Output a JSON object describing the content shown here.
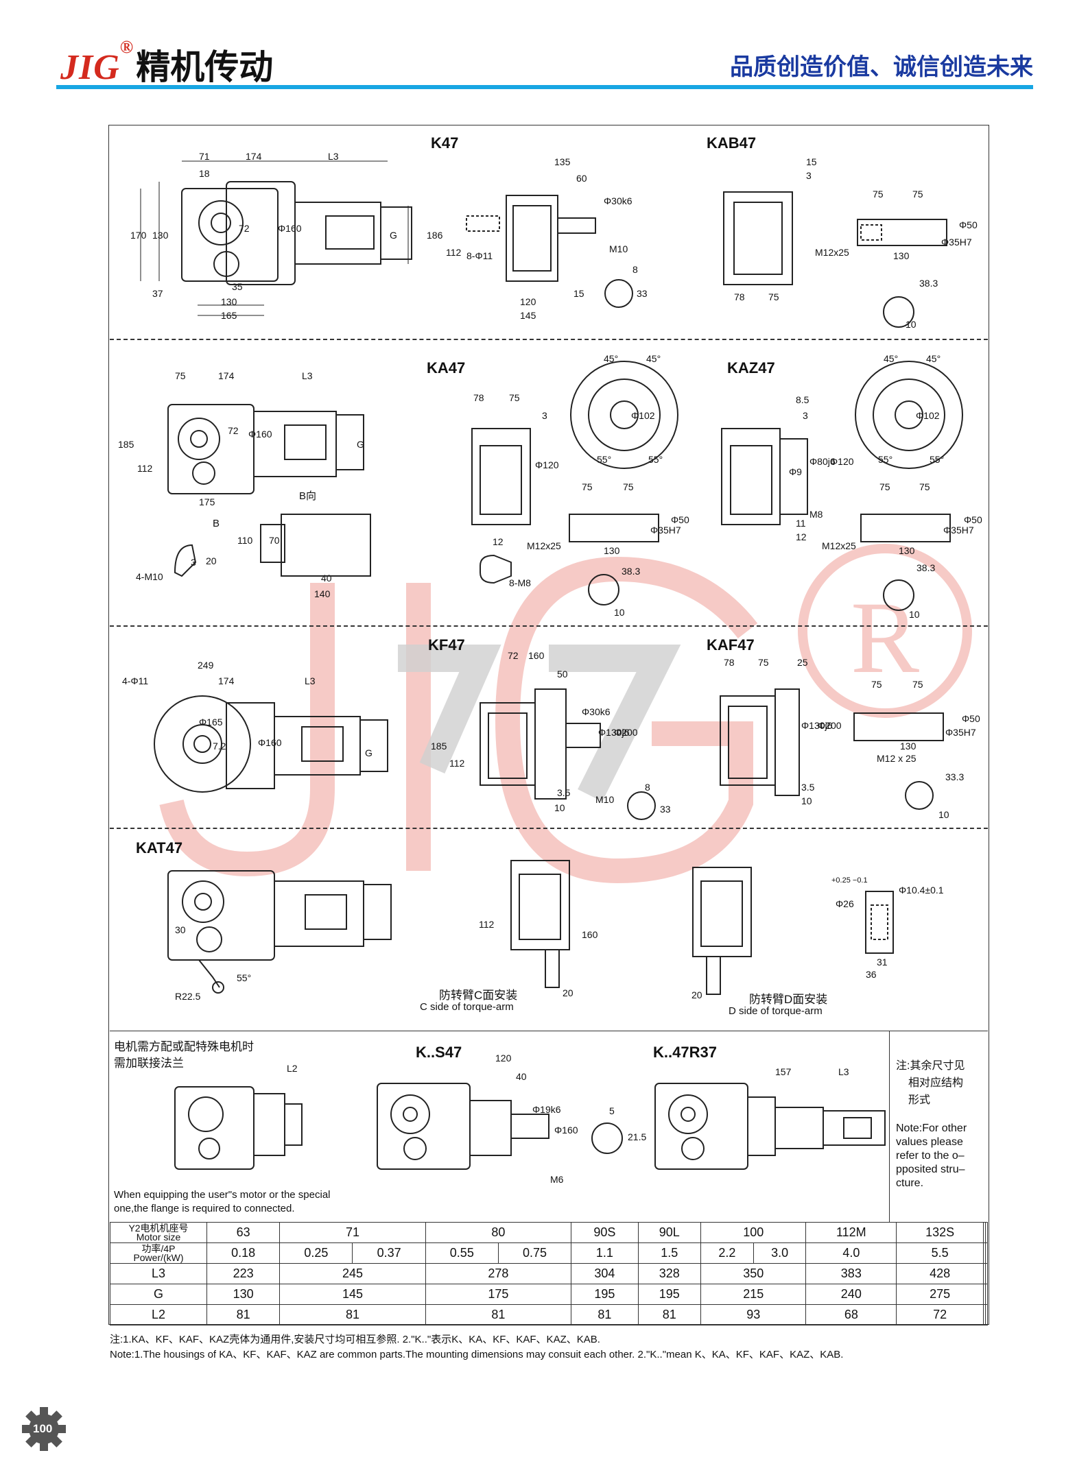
{
  "header": {
    "brand": "JIG",
    "reg": "®",
    "brand_cn": "精机传动",
    "slogan": "品质创造价值、诚信创造未来"
  },
  "section_labels": {
    "k47": "K47",
    "kab47": "KAB47",
    "ka47": "KA47",
    "kaz47": "KAZ47",
    "kf47": "KF47",
    "kaf47": "KAF47",
    "kat47": "KAT47",
    "ks47": "K..S47",
    "kr37": "K..47R37",
    "b_view": "B向",
    "b": "B"
  },
  "dims": {
    "k47": [
      "71",
      "174",
      "L3",
      "18",
      "170",
      "130",
      "Φ160",
      "37",
      "35",
      "130",
      "165",
      "G",
      "72"
    ],
    "k47_side": [
      "135",
      "60",
      "Φ30k6",
      "186",
      "112",
      "8-Φ11",
      "M10",
      "120",
      "145",
      "15",
      "8",
      "33"
    ],
    "kab47": [
      "15",
      "3",
      "75",
      "75",
      "Φ50",
      "Φ35H7",
      "M12x25",
      "130",
      "38.3",
      "10",
      "78",
      "75"
    ],
    "ka47": [
      "75",
      "174",
      "L3",
      "185",
      "112",
      "Φ160",
      "G",
      "175",
      "110",
      "70",
      "40",
      "140",
      "20",
      "3",
      "4-M10",
      "72"
    ],
    "ka47_side": [
      "78",
      "75",
      "3",
      "Φ120",
      "45°",
      "45°",
      "Φ102",
      "55°",
      "55°",
      "12",
      "8-M8",
      "75",
      "75",
      "M12x25",
      "130",
      "Φ35H7",
      "Φ50",
      "38.3",
      "10"
    ],
    "kaz47": [
      "8.5",
      "3",
      "Φ9",
      "Φ80j6",
      "Φ120",
      "M8",
      "11",
      "12",
      "45°",
      "45°",
      "Φ102",
      "55°",
      "55°",
      "75",
      "75",
      "M12x25",
      "130",
      "Φ35H7",
      "Φ50",
      "38.3",
      "10"
    ],
    "kf47": [
      "4-Φ11",
      "249",
      "174",
      "L3",
      "Φ165",
      "7.2",
      "Φ160",
      "G",
      "72",
      "160",
      "50",
      "Φ30k6",
      "Φ130j6",
      "Φ200",
      "185",
      "112",
      "3.5",
      "10",
      "M10",
      "8",
      "33"
    ],
    "kaf47": [
      "78",
      "75",
      "25",
      "Φ130j6",
      "Φ200",
      "3.5",
      "10",
      "75",
      "75",
      "Φ50",
      "Φ35H7",
      "M12 x 25",
      "130",
      "33.3",
      "10"
    ],
    "kat47": [
      "30",
      "R22.5",
      "55°",
      "112",
      "160",
      "20",
      "20",
      "Φ26",
      "+0.25 −0.1",
      "Φ10.4±0.1",
      "31",
      "36"
    ],
    "ks47": [
      "L2",
      "120",
      "40",
      "Φ19k6",
      "Φ160",
      "M6",
      "5",
      "21.5",
      "157",
      "L3"
    ]
  },
  "torque_arm": {
    "c_cn": "防转臂C面安装",
    "c_en": "C side of torque-arm",
    "d_cn": "防转臂D面安装",
    "d_en": "D side of torque-arm"
  },
  "motor_note": {
    "cn_line1": "电机需方配或配特殊电机时",
    "cn_line2": "需加联接法兰",
    "en_line1": "When equipping the user\"s motor or the special",
    "en_line2": "one,the flange is required to connected."
  },
  "side_note": {
    "cn": [
      "注:其余尺寸见",
      "相对应结构",
      "形式"
    ],
    "en": [
      "Note:For other",
      "values please",
      "refer to the o–",
      "pposited stru–",
      "cture."
    ]
  },
  "table": {
    "motor_label_1": "Y2电机机座号",
    "motor_label_2": "Motor size",
    "power_label_1": "功率/4P",
    "power_label_2": "Power/(kW)",
    "motor_sizes": [
      "63",
      "71",
      "80",
      "90S",
      "90L",
      "100",
      "112M",
      "132S",
      "",
      ""
    ],
    "power": [
      "0.18",
      "0.25",
      "0.37",
      "0.55",
      "0.75",
      "1.1",
      "1.5",
      "2.2",
      "3.0",
      "4.0",
      "5.5",
      "",
      ""
    ],
    "rows": [
      {
        "label": "L3",
        "values": [
          "223",
          "245",
          "278",
          "304",
          "328",
          "350",
          "383",
          "428",
          "",
          ""
        ]
      },
      {
        "label": "G",
        "values": [
          "130",
          "145",
          "175",
          "195",
          "195",
          "215",
          "240",
          "275",
          "",
          ""
        ]
      },
      {
        "label": "L2",
        "values": [
          "81",
          "81",
          "81",
          "81",
          "81",
          "93",
          "68",
          "72",
          "",
          ""
        ]
      }
    ]
  },
  "footnote": {
    "cn": "注:1.KA、KF、KAF、KAZ壳体为通用件,安装尺寸均可相互参照.    2.\"K..\"表示K、KA、KF、KAF、KAZ、KAB.",
    "en": "Note:1.The housings of KA、KF、KAF、KAZ are common parts.The mounting dimensions may consuit each other. 2.\"K..\"mean K、KA、KF、KAF、KAZ、KAB."
  },
  "page_number": "100",
  "colors": {
    "brand_red": "#d42a1e",
    "rule_blue": "#17a6e3",
    "slogan_blue": "#1a3aa0",
    "watermark": "#f3c0bd"
  }
}
